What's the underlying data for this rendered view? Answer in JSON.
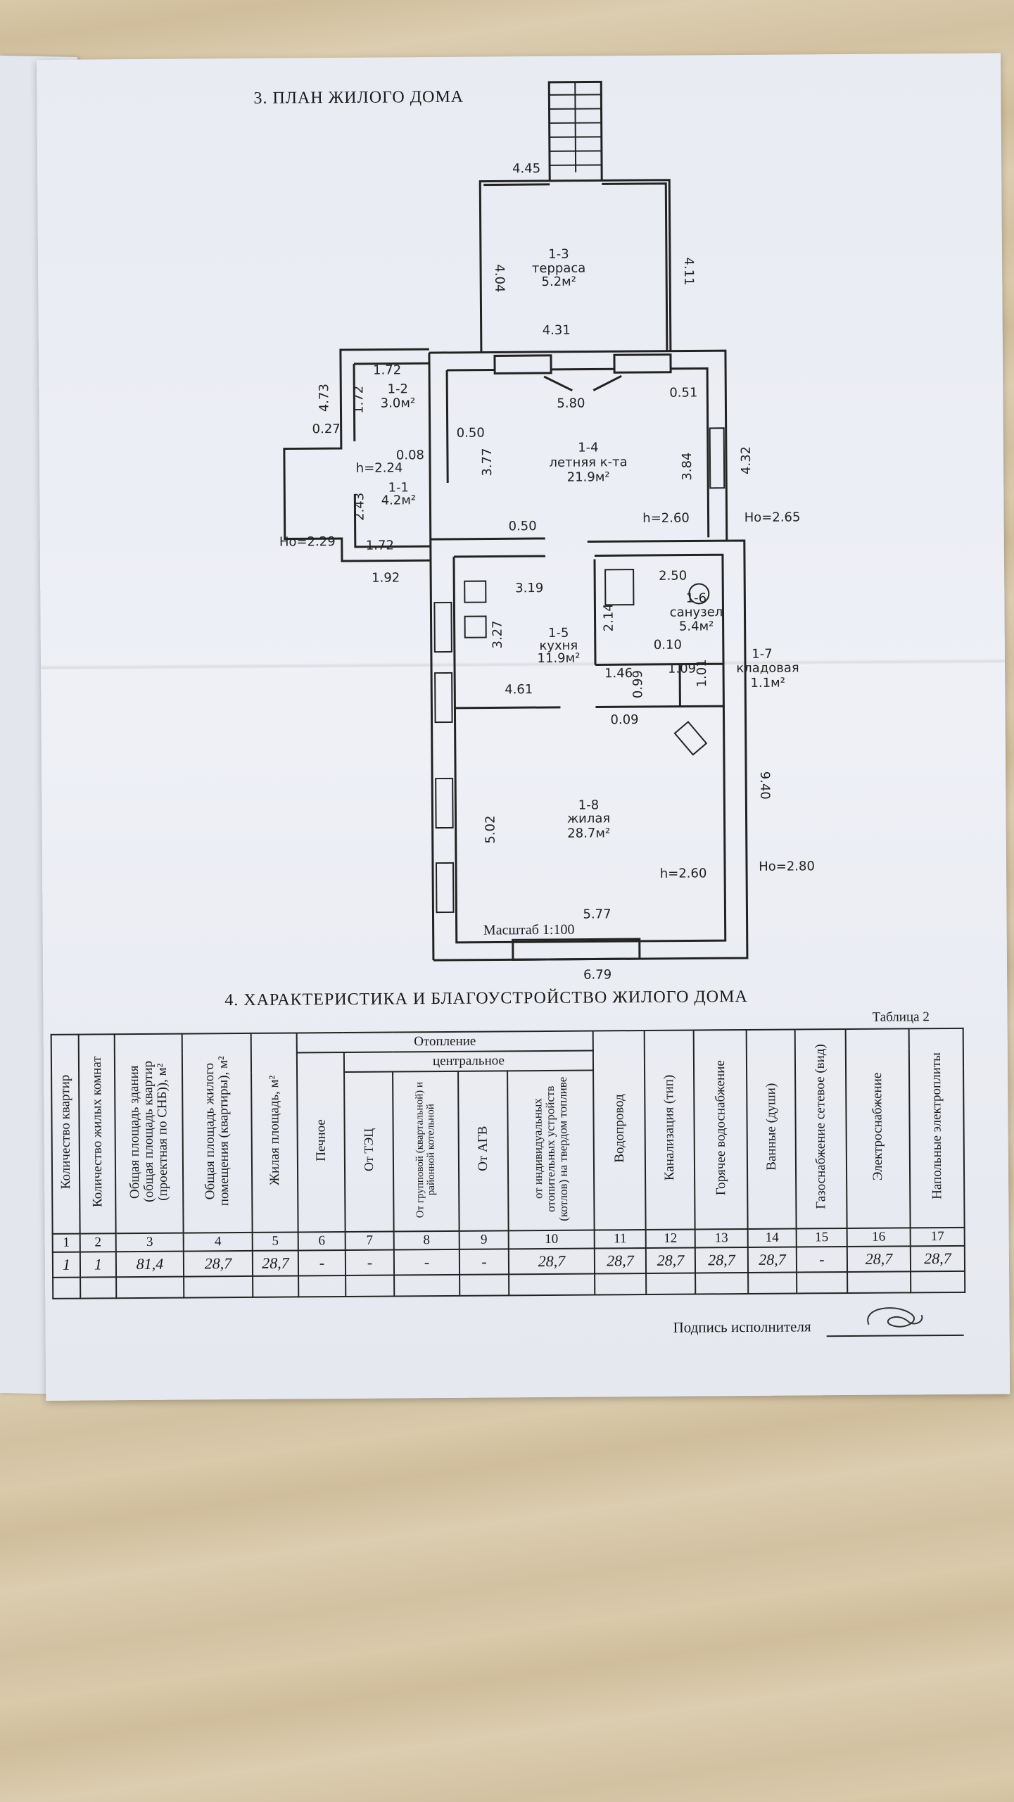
{
  "plan": {
    "title": "3. ПЛАН  ЖИЛОГО ДОМА",
    "scale": "Масштаб  1:100",
    "labels": [
      "4.45",
      "4.04",
      "1-3",
      "терраса",
      "5.2м²",
      "4.11",
      "4.31",
      "1.72",
      "1.72",
      "1-2",
      "3.0м²",
      "4.73",
      "5.80",
      "0.51",
      "0.27",
      "0.50",
      "0.08",
      "h=2.24",
      "3.77",
      "1-4",
      "летняя к-та",
      "21.9м²",
      "3.84",
      "4.32",
      "1-1",
      "4.2м²",
      "2.43",
      "Но=2.29",
      "h=2.60",
      "Но=2.65",
      "0.50",
      "1.72",
      "1.92",
      "3.19",
      "2.50",
      "3.27",
      "2.14",
      "1-6",
      "санузел",
      "5.4м²",
      "1-5",
      "кухня",
      "11.9м²",
      "0.10",
      "1.09",
      "1-7",
      "кладовая",
      "1.1м²",
      "1.01",
      "1.46",
      "0.99",
      "4.61",
      "0.09",
      "9.40",
      "5.02",
      "1-8",
      "жилая",
      "28.7м²",
      "h=2.60",
      "Но=2.80",
      "5.77",
      "6.79"
    ]
  },
  "section4": {
    "title": "4. ХАРАКТЕРИСТИКА И БЛАГОУСТРОЙСТВО ЖИЛОГО ДОМА",
    "table_caption": "Таблица 2",
    "group_heating": "Отопление",
    "group_central": "центральное",
    "headers": [
      "Количество квартир",
      "Количество жилых комнат",
      "Общая площадь здания (общая площадь квартир (проектная по СНБ)), м²",
      "Общая площадь жилого помещения (квартиры), м²",
      "Жилая площадь, м²",
      "Печное",
      "От ТЭЦ",
      "От групповой (квартальной) и районной котельной",
      "От АГВ",
      "от индивидуальных отопительных устройств (котлов) на твердом топливе",
      "Водопровод",
      "Канализация  (тип)",
      "Горячее водоснабжение",
      "Ванные (души)",
      "Газоснабжение сетевое (вид)",
      "Электроснабжение",
      "Напольные электроплиты"
    ],
    "numbers": [
      "1",
      "2",
      "3",
      "4",
      "5",
      "6",
      "7",
      "8",
      "9",
      "10",
      "11",
      "12",
      "13",
      "14",
      "15",
      "16",
      "17"
    ],
    "row": [
      "1",
      "1",
      "81,4",
      "28,7",
      "28,7",
      "-",
      "-",
      "-",
      "-",
      "28,7",
      "28,7",
      "28,7",
      "28,7",
      "28,7",
      "-",
      "28,7",
      "28,7"
    ],
    "signature_label": "Подпись исполнителя"
  }
}
